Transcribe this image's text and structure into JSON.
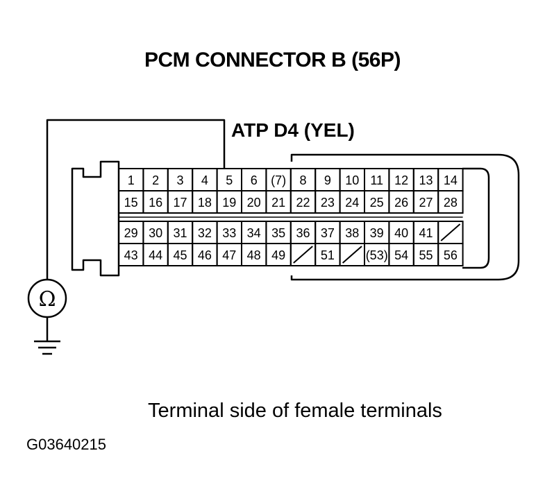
{
  "title": "PCM CONNECTOR B (56P)",
  "wire_label": "ATP D4 (YEL)",
  "meter_symbol": "Ω",
  "caption": "Terminal side of female terminals",
  "figure_id": "G03640215",
  "connector": {
    "upper_rows": [
      [
        "1",
        "2",
        "3",
        "4",
        "5",
        "6",
        "(7)",
        "8",
        "9",
        "10",
        "11",
        "12",
        "13",
        "14"
      ],
      [
        "15",
        "16",
        "17",
        "18",
        "19",
        "20",
        "21",
        "22",
        "23",
        "24",
        "25",
        "26",
        "27",
        "28"
      ]
    ],
    "lower_rows": [
      [
        "29",
        "30",
        "31",
        "32",
        "33",
        "34",
        "35",
        "36",
        "37",
        "38",
        "39",
        "40",
        "41",
        ""
      ],
      [
        "43",
        "44",
        "45",
        "46",
        "47",
        "48",
        "49",
        "",
        "51",
        "",
        "(53)",
        "54",
        "55",
        "56"
      ]
    ],
    "probed_terminal": "5"
  }
}
